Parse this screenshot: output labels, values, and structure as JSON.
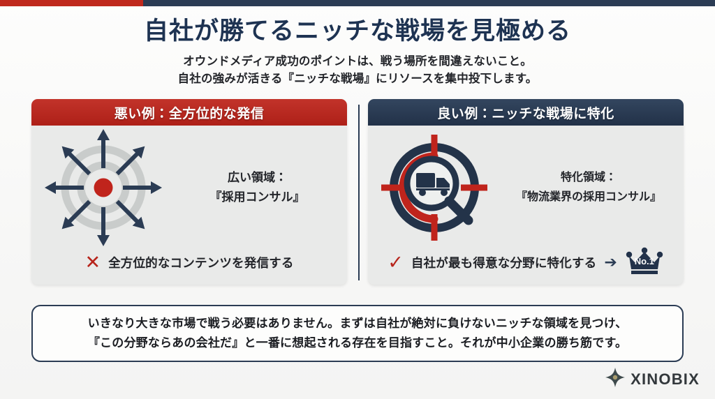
{
  "topbar": {
    "red_color": "#c0291d",
    "navy_color": "#2b3c54"
  },
  "header": {
    "title": "自社が勝てるニッチな戦場を見極める",
    "subtitle_line1": "オウンドメディア成功のポイントは、戦う場所を間違えないこと。",
    "subtitle_line2": "自社の強みが活きる『ニッチな戦場』にリソースを集中投下します。"
  },
  "panels": [
    {
      "id": "bad-example",
      "heading": "悪い例：全方位的な発信",
      "heading_color": "#ae2018",
      "icon": "radial-broadcast-target-icon",
      "label_line1": "広い領域：",
      "label_line2": "『採用コンサル』",
      "footer_mark": "✕",
      "footer_mark_name": "cross-mark-icon",
      "footer_text": "全方位的なコンテンツを発信する"
    },
    {
      "id": "good-example",
      "heading": "良い例：ニッチな戦場に特化",
      "heading_color": "#223148",
      "icon": "crosshair-magnifier-truck-icon",
      "label_line1": "特化領域：",
      "label_line2": "『物流業界の採用コンサル』",
      "footer_mark": "✓",
      "footer_mark_name": "check-mark-icon",
      "footer_text": "自社が最も得意な分野に特化する",
      "footer_arrow": "➔",
      "badge_text": "No.1",
      "badge_icon": "crown-badge-icon"
    }
  ],
  "callout": {
    "line1": "いきなり大きな市場で戦う必要はありません。まずは自社が絶対に負けないニッチな領域を見つけ、",
    "line2": "『この分野ならあの会社だ』と一番に想起される存在を目指すこと。それが中小企業の勝ち筋です。",
    "border_color": "#2b3c54"
  },
  "logo": {
    "name": "XINOBIX",
    "icon": "four-point-star-logo-icon",
    "color": "#33383c"
  }
}
